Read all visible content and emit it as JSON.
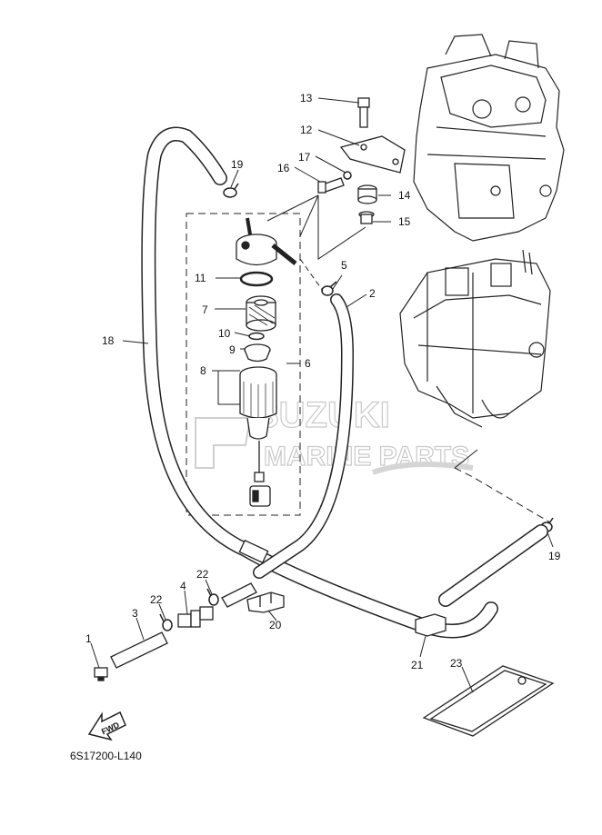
{
  "diagram": {
    "figure_code": "6S17200-L140",
    "fwd_label": "FWD",
    "watermark": {
      "line1": "SUZUKI",
      "line2": "MARINE PARTS"
    },
    "callouts": [
      {
        "id": "c1",
        "text": "1"
      },
      {
        "id": "c2",
        "text": "2"
      },
      {
        "id": "c3",
        "text": "3"
      },
      {
        "id": "c4",
        "text": "4"
      },
      {
        "id": "c5",
        "text": "5"
      },
      {
        "id": "c6",
        "text": "6"
      },
      {
        "id": "c7",
        "text": "7"
      },
      {
        "id": "c8",
        "text": "8"
      },
      {
        "id": "c9",
        "text": "9"
      },
      {
        "id": "c10",
        "text": "10"
      },
      {
        "id": "c11",
        "text": "11"
      },
      {
        "id": "c12",
        "text": "12"
      },
      {
        "id": "c13",
        "text": "13"
      },
      {
        "id": "c14",
        "text": "14"
      },
      {
        "id": "c15",
        "text": "15"
      },
      {
        "id": "c16",
        "text": "16"
      },
      {
        "id": "c17",
        "text": "17"
      },
      {
        "id": "c18",
        "text": "18"
      },
      {
        "id": "c19a",
        "text": "19"
      },
      {
        "id": "c19b",
        "text": "19"
      },
      {
        "id": "c20",
        "text": "20"
      },
      {
        "id": "c21",
        "text": "21"
      },
      {
        "id": "c22a",
        "text": "22"
      },
      {
        "id": "c22b",
        "text": "22"
      },
      {
        "id": "c23",
        "text": "23"
      }
    ]
  }
}
